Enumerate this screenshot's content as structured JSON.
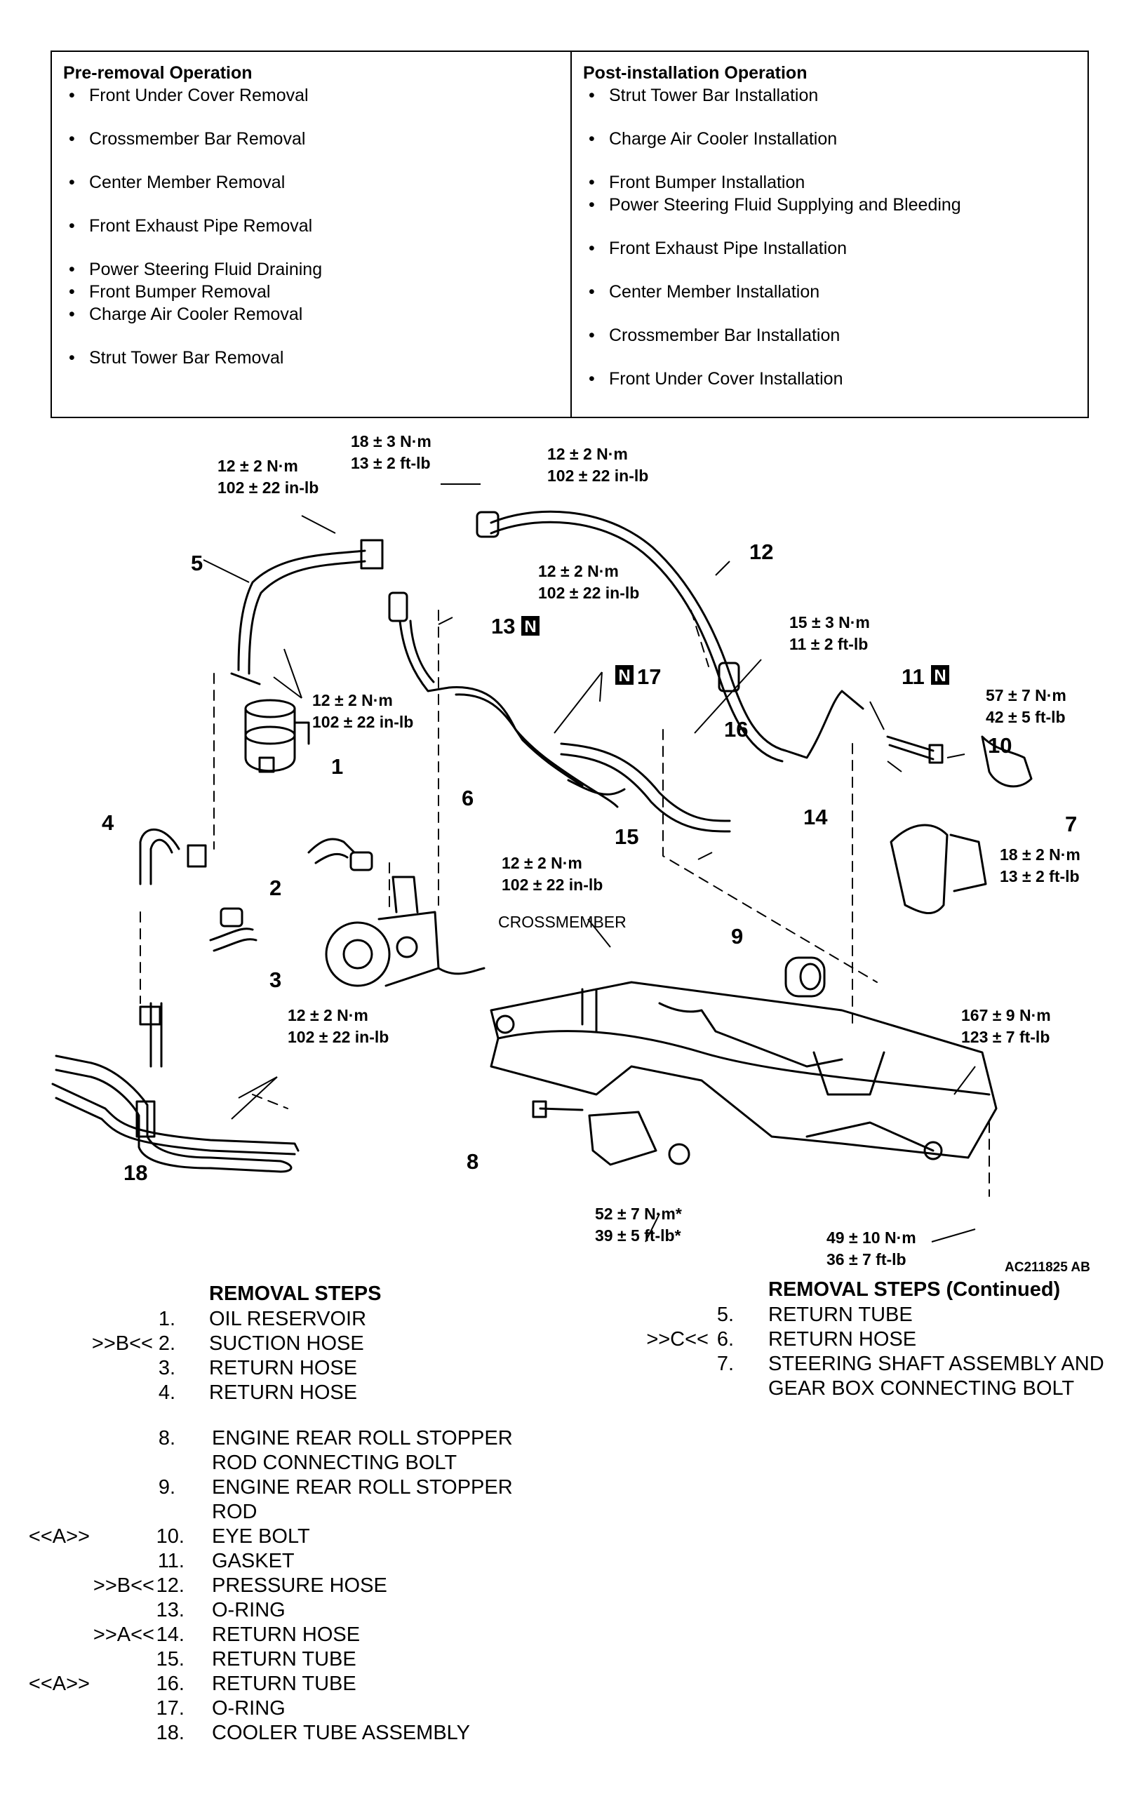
{
  "pre_removal": {
    "title": "Pre-removal Operation",
    "items": [
      "Front Under Cover Removal",
      "Crossmember Bar Removal",
      "Center Member Removal",
      "Front Exhaust Pipe Removal",
      "Power Steering Fluid Draining",
      "Front Bumper Removal",
      "Charge Air Cooler Removal",
      "Strut Tower Bar Removal"
    ]
  },
  "post_installation": {
    "title": "Post-installation Operation",
    "items": [
      "Strut Tower Bar Installation",
      "Charge Air Cooler Installation",
      "Front Bumper Installation",
      "Power Steering Fluid Supplying and Bleeding",
      "Front Exhaust Pipe Installation",
      "Center Member Installation",
      "Crossmember Bar Installation",
      "Front Under Cover Installation"
    ]
  },
  "diagram": {
    "torque_specs": {
      "t1": [
        "18 ± 3 N·m",
        "13 ± 2 ft-lb"
      ],
      "t2": [
        "12 ± 2 N·m",
        "102 ± 22 in-lb"
      ],
      "t3": [
        "12 ± 2 N·m",
        "102 ± 22 in-lb"
      ],
      "t4": [
        "12 ± 2 N·m",
        "102 ± 22 in-lb"
      ],
      "t5": [
        "15 ± 3 N·m",
        "11 ± 2 ft-lb"
      ],
      "t6": [
        "12 ± 2 N·m",
        "102 ± 22 in-lb"
      ],
      "t7": [
        "57 ± 7 N·m",
        "42 ± 5 ft-lb"
      ],
      "t8": [
        "18 ± 2 N·m",
        "13 ± 2 ft-lb"
      ],
      "t9": [
        "12 ± 2 N·m",
        "102 ± 22 in-lb"
      ],
      "t10": [
        "12 ± 2 N·m",
        "102 ± 22 in-lb"
      ],
      "t11": [
        "167 ± 9 N·m",
        "123 ± 7 ft-lb"
      ],
      "t12": [
        "52 ± 7 N·m*",
        "39 ± 5 ft-lb*"
      ],
      "t13": [
        "49 ± 10 N·m",
        "36 ± 7 ft-lb"
      ]
    },
    "callouts": {
      "c1": "1",
      "c2": "2",
      "c3": "3",
      "c4": "4",
      "c5": "5",
      "c6": "6",
      "c7": "7",
      "c8": "8",
      "c9": "9",
      "c10": "10",
      "c11": "11",
      "c12": "12",
      "c13": "13",
      "c14": "14",
      "c15": "15",
      "c16": "16",
      "c17": "17",
      "c18": "18"
    },
    "n_badge": "N",
    "crossmember_label": "CROSSMEMBER",
    "figure_code": "AC211825 AB"
  },
  "removal_steps": {
    "title": "REMOVAL STEPS",
    "continued_title": "REMOVAL STEPS (Continued)",
    "left": [
      {
        "mark": "",
        "num": "1.",
        "text": "OIL RESERVOIR"
      },
      {
        "mark": ">>B<<",
        "num": "2.",
        "text": "SUCTION HOSE"
      },
      {
        "mark": "",
        "num": "3.",
        "text": "RETURN HOSE"
      },
      {
        "mark": "",
        "num": "4.",
        "text": "RETURN HOSE"
      },
      {
        "mark": "",
        "num": "8.",
        "text": "ENGINE REAR ROLL STOPPER"
      },
      {
        "mark": "",
        "num": "",
        "text": "ROD CONNECTING BOLT"
      },
      {
        "mark": "",
        "num": "9.",
        "text": "ENGINE REAR ROLL STOPPER"
      },
      {
        "mark": "",
        "num": "",
        "text": "ROD"
      },
      {
        "mark": "<<A>>",
        "num": "10.",
        "text": "EYE BOLT"
      },
      {
        "mark": "",
        "num": "11.",
        "text": "GASKET"
      },
      {
        "mark": ">>B<<",
        "num": "12.",
        "text": "PRESSURE HOSE"
      },
      {
        "mark": "",
        "num": "13.",
        "text": "O-RING"
      },
      {
        "mark": ">>A<<",
        "num": "14.",
        "text": "RETURN HOSE"
      },
      {
        "mark": "",
        "num": "15.",
        "text": "RETURN TUBE"
      },
      {
        "mark": "<<A>>",
        "num": "16.",
        "text": "RETURN TUBE"
      },
      {
        "mark": "",
        "num": "17.",
        "text": "O-RING"
      },
      {
        "mark": "",
        "num": "18.",
        "text": "COOLER TUBE ASSEMBLY"
      }
    ],
    "right": [
      {
        "mark": "",
        "num": "5.",
        "text": "RETURN TUBE"
      },
      {
        "mark": ">>C<<",
        "num": "6.",
        "text": "RETURN HOSE"
      },
      {
        "mark": "",
        "num": "7.",
        "text": "STEERING SHAFT ASSEMBLY AND"
      },
      {
        "mark": "",
        "num": "",
        "text": "GEAR BOX CONNECTING BOLT"
      }
    ]
  }
}
